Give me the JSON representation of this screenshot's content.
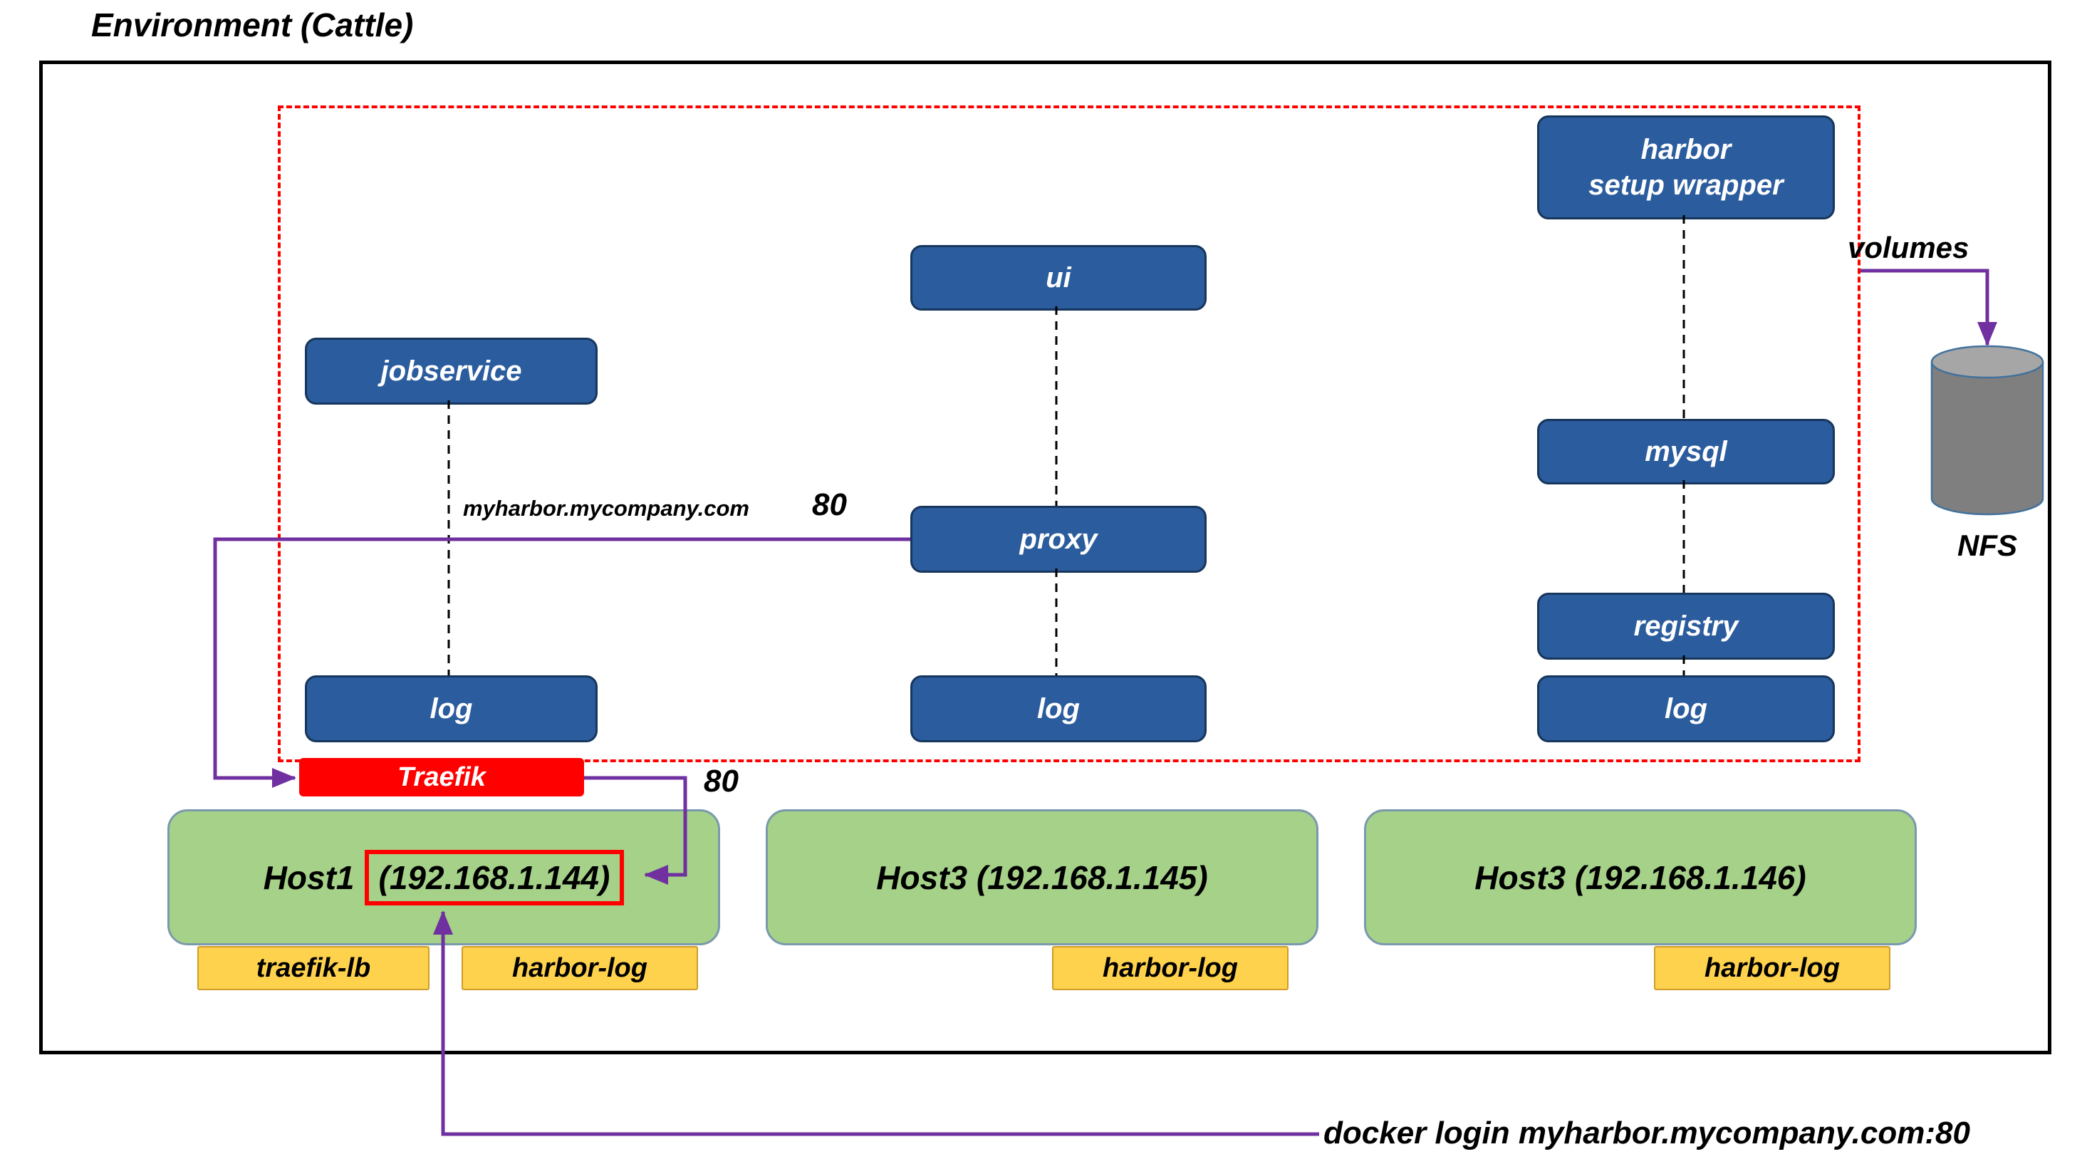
{
  "title": "Environment (Cattle)",
  "colors": {
    "service_fill": "#2b5c9d",
    "service_border": "#17365d",
    "host_fill": "#a6d189",
    "host_border": "#7a99ac",
    "tag_fill": "#ffd24d",
    "tag_border": "#cf9b2a",
    "traefik_fill": "#ff0000",
    "arrow": "#7030a0",
    "stack_boundary": "#ff0000",
    "nfs_body": "#7f7f7f",
    "nfs_top": "#a6a6a6"
  },
  "services": {
    "setup_wrapper_line1": "harbor",
    "setup_wrapper_line2": "setup wrapper",
    "ui": "ui",
    "jobservice": "jobservice",
    "mysql": "mysql",
    "proxy": "proxy",
    "registry": "registry",
    "log_left": "log",
    "log_center": "log",
    "log_right": "log"
  },
  "loadbalancer": {
    "label": "Traefik"
  },
  "labels": {
    "domain": "myharbor.mycompany.com",
    "proxy_port": "80",
    "traefik_port": "80",
    "volumes": "volumes",
    "nfs": "NFS",
    "docker_login": "docker login myharbor.mycompany.com:80"
  },
  "hosts": [
    {
      "prefix": "Host1",
      "ip": "(192.168.1.144)"
    },
    {
      "name": "Host3 (192.168.1.145)"
    },
    {
      "name": "Host3 (192.168.1.146)"
    }
  ],
  "tags": [
    "traefik-lb",
    "harbor-log",
    "harbor-log",
    "harbor-log"
  ]
}
